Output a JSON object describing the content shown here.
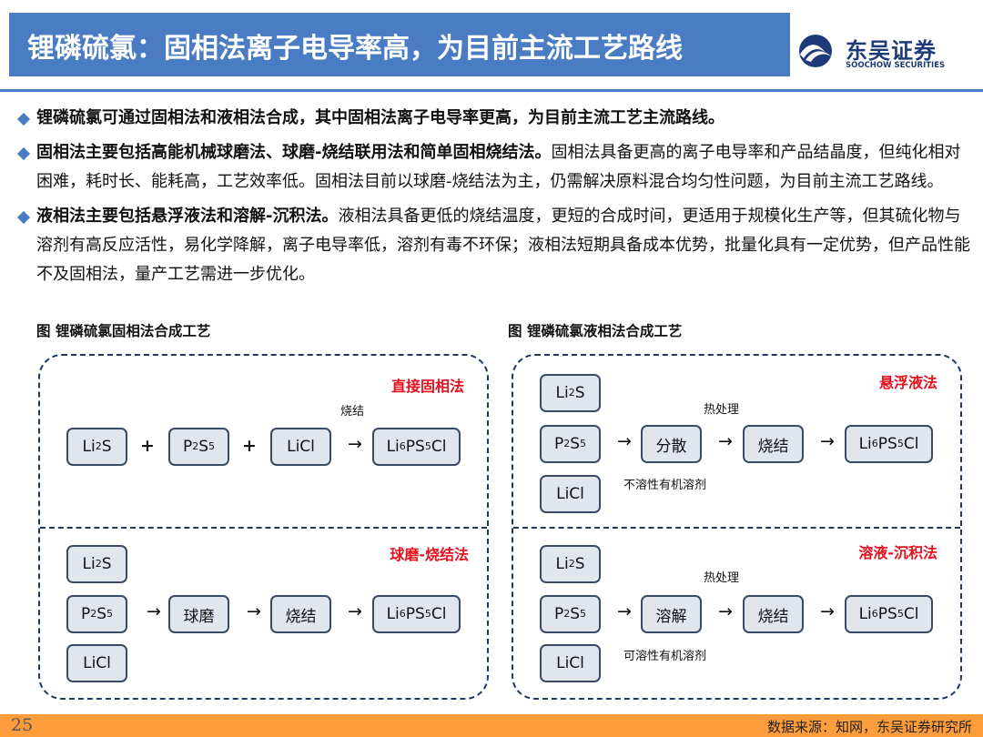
{
  "title": "锂磷硫氯：固相法离子电导率高，为目前主流工艺路线",
  "logo": {
    "name_cn": "东吴证券",
    "name_en": "SOOCHOW SECURITIES"
  },
  "bullets": [
    {
      "bold": "锂磷硫氯可通过固相法和液相法合成，其中固相法离子电导率更高，为目前主流工艺主流路线。",
      "text": ""
    },
    {
      "bold": "固相法主要包括高能机械球磨法、球磨-烧结联用法和简单固相烧结法。",
      "text": "固相法具备更高的离子电导率和产品结晶度，但纯化相对困难，耗时长、能耗高，工艺效率低。固相法目前以球磨-烧结法为主，仍需解决原料混合均匀性问题，为目前主流工艺路线。"
    },
    {
      "bold": "液相法主要包括悬浮液法和溶解-沉积法。",
      "text": "液相法具备更低的烧结温度，更短的合成时间，更适用于规模化生产等，但其硫化物与溶剂有高反应活性，易化学降解，离子电导率低，溶剂有毒不环保；液相法短期具备成本优势，批量化具有一定优势，但产品性能不及固相法，量产工艺需进一步优化。"
    }
  ],
  "figures": {
    "solid": {
      "title": "图 锂磷硫氯固相法合成工艺",
      "direct": {
        "label": "直接固相法",
        "note": "烧结",
        "plus": "+",
        "arrow": "→",
        "li2s": {
          "a": "Li",
          "s1": "2",
          "b": "S"
        },
        "p2s5": {
          "a": "P",
          "s1": "2",
          "b": "S",
          "s2": "5"
        },
        "licl": "LiCl",
        "product": {
          "a": "Li",
          "s1": "6",
          "b": "PS",
          "s2": "5",
          "c": "Cl"
        }
      },
      "ball": {
        "label": "球磨-烧结法",
        "arrow": "→",
        "li2s": {
          "a": "Li",
          "s1": "2",
          "b": "S"
        },
        "p2s5": {
          "a": "P",
          "s1": "2",
          "b": "S",
          "s2": "5"
        },
        "licl": "LiCl",
        "step1": "球磨",
        "step2": "烧结",
        "product": {
          "a": "Li",
          "s1": "6",
          "b": "PS",
          "s2": "5",
          "c": "Cl"
        }
      }
    },
    "liquid": {
      "title": "图 锂磷硫氯液相法合成工艺",
      "suspension": {
        "label": "悬浮液法",
        "note_top": "热处理",
        "note_bottom": "不溶性有机溶剂",
        "arrow": "→",
        "li2s": {
          "a": "Li",
          "s1": "2",
          "b": "S"
        },
        "p2s5": {
          "a": "P",
          "s1": "2",
          "b": "S",
          "s2": "5"
        },
        "licl": "LiCl",
        "step1": "分散",
        "step2": "烧结",
        "product": {
          "a": "Li",
          "s1": "6",
          "b": "PS",
          "s2": "5",
          "c": "Cl"
        }
      },
      "dissolution": {
        "label": "溶液-沉积法",
        "note_top": "热处理",
        "note_bottom": "可溶性有机溶剂",
        "arrow": "→",
        "li2s": {
          "a": "Li",
          "s1": "2",
          "b": "S"
        },
        "p2s5": {
          "a": "P",
          "s1": "2",
          "b": "S",
          "s2": "5"
        },
        "licl": "LiCl",
        "step1": "溶解",
        "step2": "烧结",
        "product": {
          "a": "Li",
          "s1": "6",
          "b": "PS",
          "s2": "5",
          "c": "Cl"
        }
      }
    }
  },
  "footer": {
    "page": "25",
    "source": "数据来源：知网，东吴证券研究所"
  },
  "colors": {
    "title_bar": "#4a7cc4",
    "method_label": "#e8101e",
    "box_fill": "#e1e6ee",
    "footer": "#ff9c3b",
    "panel_border": "#1f3864"
  }
}
